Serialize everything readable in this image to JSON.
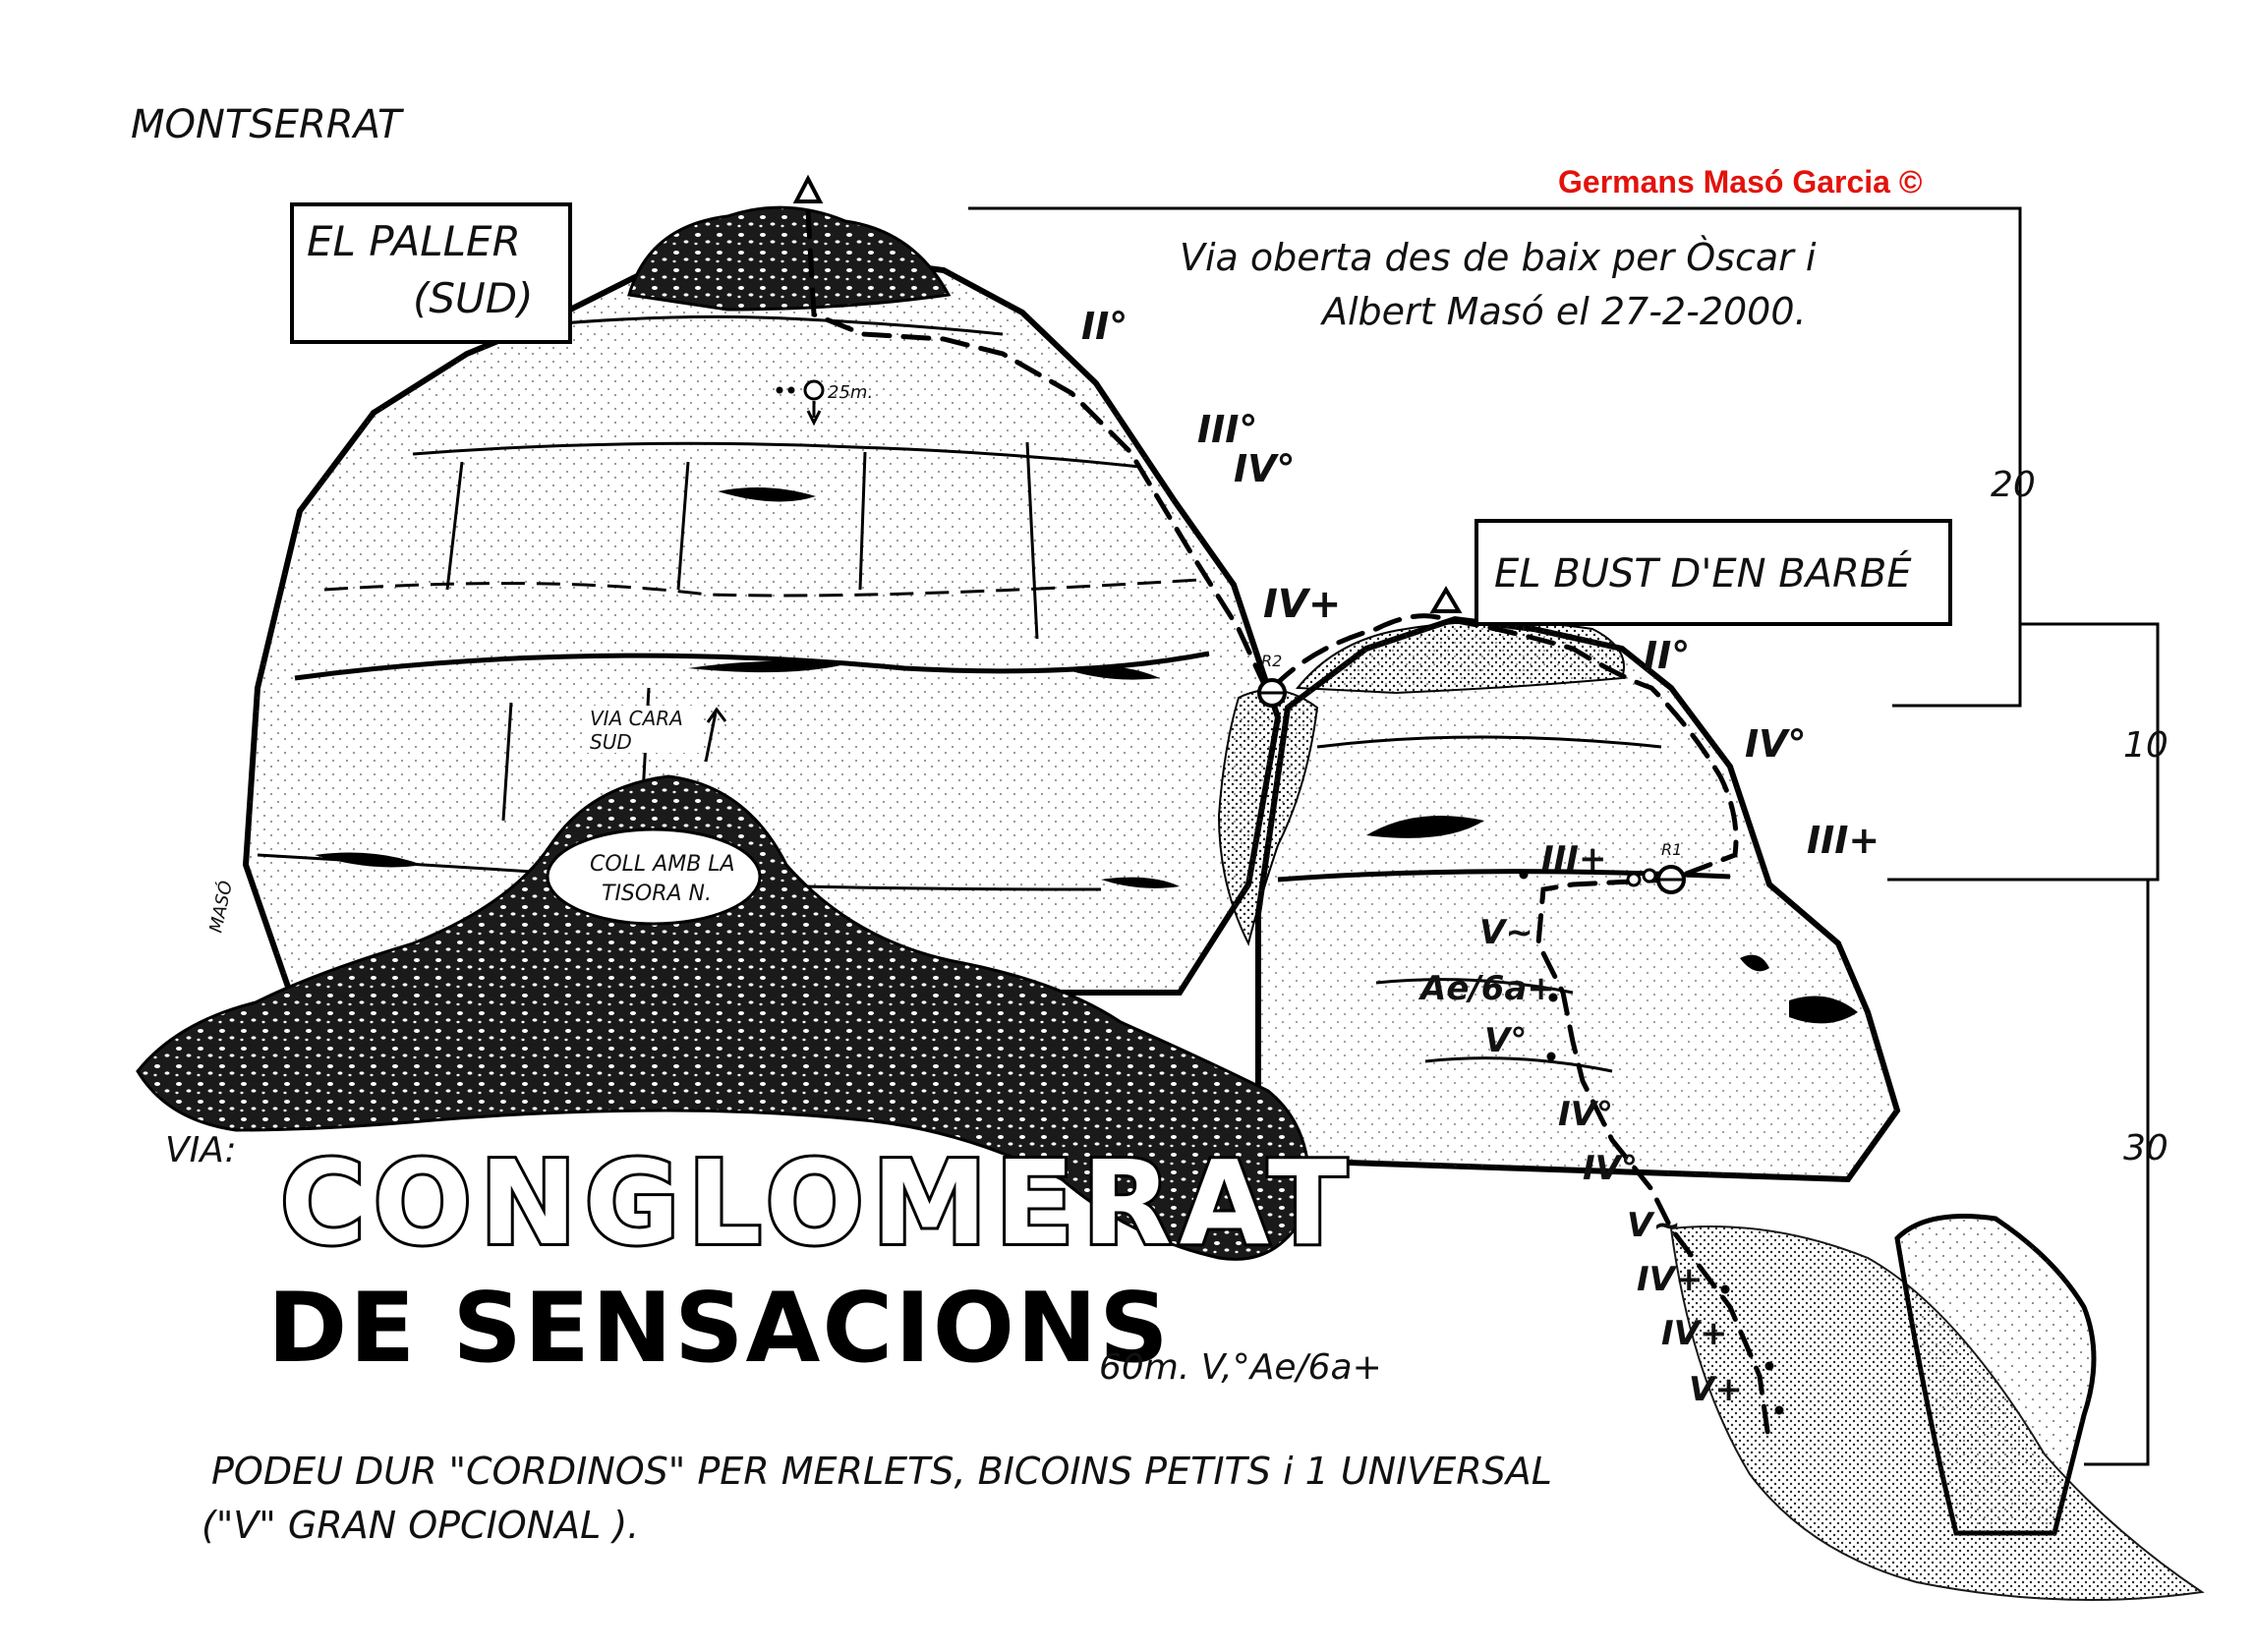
{
  "header": {
    "area": "MONTSERRAT",
    "credit": "Germans Masó Garcia ©"
  },
  "labels": {
    "peak_left_line1": "EL PALLER",
    "peak_left_line2": "(SUD)",
    "peak_right": "EL BUST D'EN BARBÉ",
    "via_cara_line1": "VIA CARA",
    "via_cara_line2": "SUD",
    "coll_line1": "COLL AMB LA",
    "coll_line2": "TISORA N.",
    "artist": "MASÓ",
    "rap_25": "25m.",
    "belay_r2": "R2",
    "belay_r1": "R1"
  },
  "info": {
    "opened_line1": "Via oberta des de baix per Òscar i",
    "opened_line2": "Albert Masó el 27-2-2000."
  },
  "route": {
    "via_prefix": "VIA:",
    "name_line1": "CONGLOMERAT",
    "name_line2": "DE SENSACIONS",
    "summary": "60m. V,°Ae/6a+",
    "gear_line1": "PODEU DUR \"CORDINOS\" PER MERLETS, BICOINS PETITS i 1 UNIVERSAL",
    "gear_line2": "(\"V\" GRAN OPCIONAL )."
  },
  "grades": {
    "g1": "II°",
    "g2": "III°",
    "g3": "IV°",
    "g4": "IV+",
    "g5": "II°",
    "g6": "IV°",
    "g7": "III+",
    "g8": "III+",
    "g9": "V~",
    "g10": "Ae/6a+",
    "g11": "V°",
    "g12": "IV°",
    "g13": "IV°",
    "g14": "V~",
    "g15": "IV+",
    "g16": "IV+",
    "g17": "V+"
  },
  "scale": {
    "s20": "20",
    "s10": "10",
    "s30": "30"
  },
  "colors": {
    "ink": "#111111",
    "credit": "#e3120b"
  }
}
